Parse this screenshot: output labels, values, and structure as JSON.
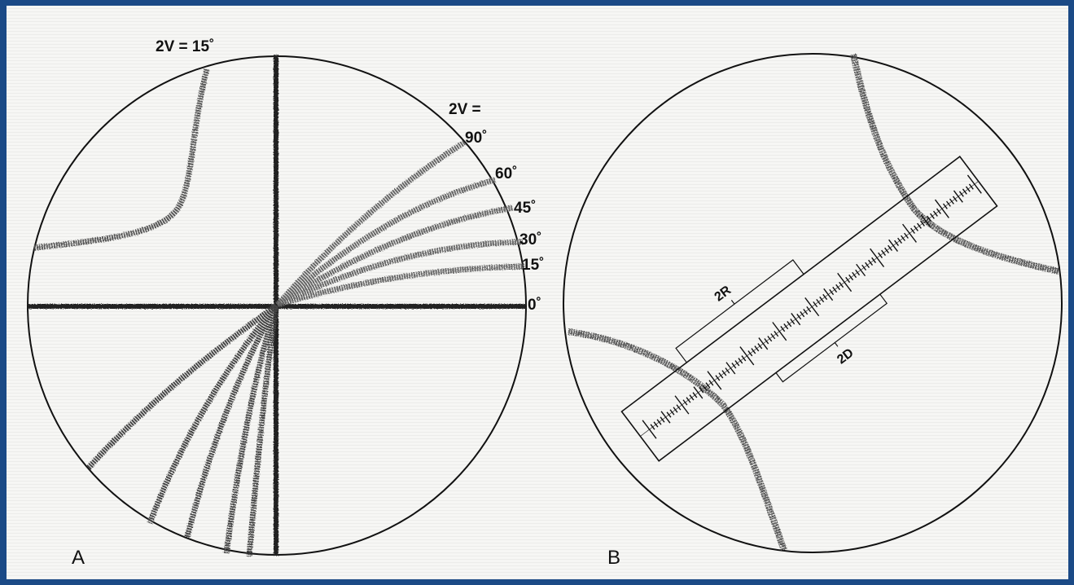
{
  "panel_a": {
    "letter": "A",
    "top_label": "2V = 15˚",
    "right_header": "2V =",
    "angle_labels": [
      "90˚",
      "60˚",
      "45˚",
      "30˚",
      "15˚",
      "0˚"
    ]
  },
  "panel_b": {
    "letter": "B",
    "label_2r": "2R",
    "label_2d": "2D"
  }
}
